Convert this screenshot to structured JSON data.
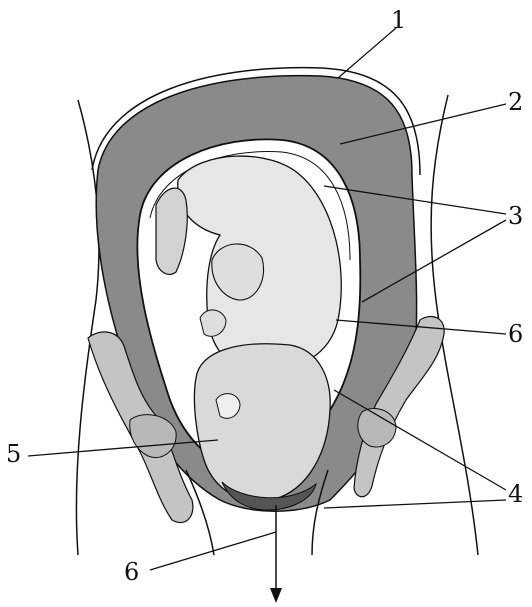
{
  "figure": {
    "background": "#ffffff",
    "ink": "#111111",
    "uterus_wall_fill": "#8a8a8a",
    "fluid_fill": "#ffffff",
    "fetus_fill": "#e6e6e6",
    "head_fill": "#d9d9d9",
    "bone_fill": "#c4c4c4"
  },
  "labels": [
    {
      "id": "1",
      "text": "1"
    },
    {
      "id": "2",
      "text": "2"
    },
    {
      "id": "3",
      "text": "3"
    },
    {
      "id": "6a",
      "text": "6"
    },
    {
      "id": "5",
      "text": "5"
    },
    {
      "id": "4",
      "text": "4"
    },
    {
      "id": "6b",
      "text": "6"
    }
  ]
}
